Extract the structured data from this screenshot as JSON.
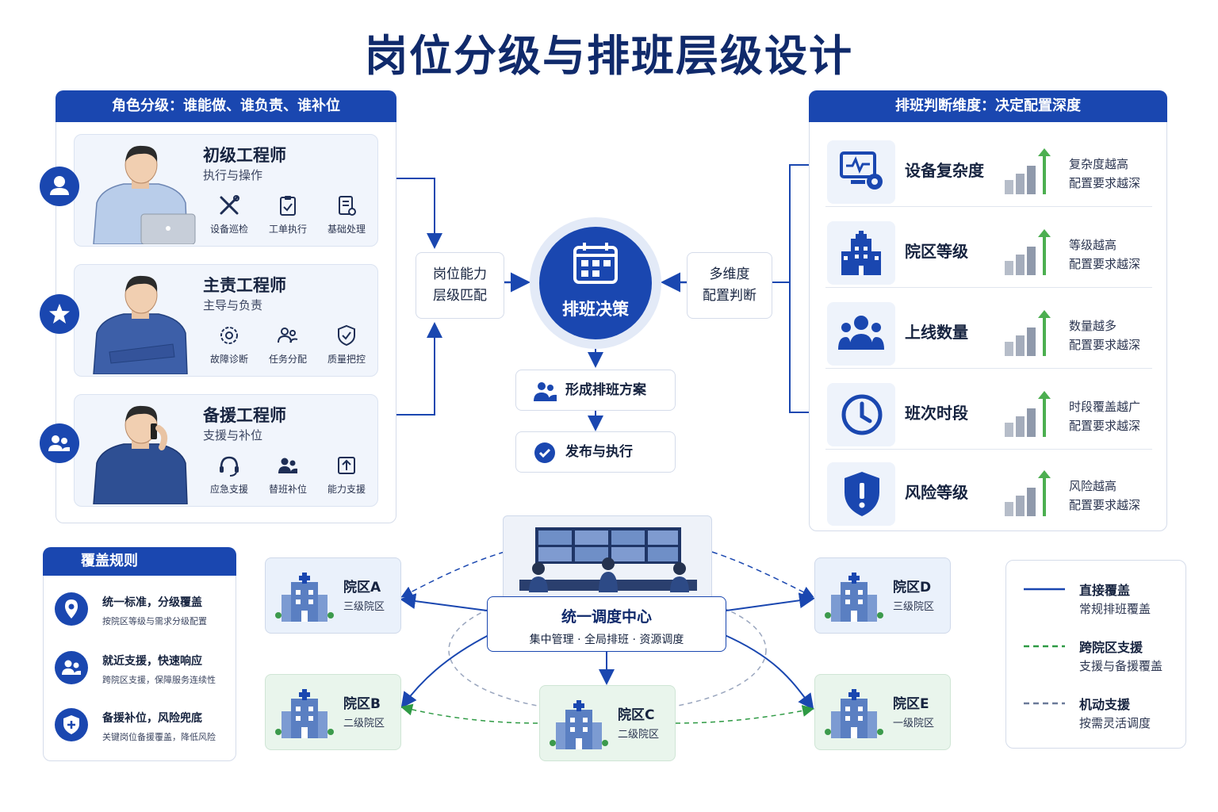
{
  "title": "岗位分级与排班层级设计",
  "roles_panel": {
    "header": "角色分级：谁能做、谁负责、谁补位",
    "roles": [
      {
        "name": "初级工程师",
        "subtitle": "执行与操作",
        "duties": [
          "设备巡检",
          "工单执行",
          "基础处理"
        ],
        "badge_icon": "user-icon"
      },
      {
        "name": "主责工程师",
        "subtitle": "主导与负责",
        "duties": [
          "故障诊断",
          "任务分配",
          "质量把控"
        ],
        "badge_icon": "star-icon"
      },
      {
        "name": "备援工程师",
        "subtitle": "支援与补位",
        "duties": [
          "应急支援",
          "替班补位",
          "能力支援"
        ],
        "badge_icon": "team-icon"
      }
    ]
  },
  "flow": {
    "left_box": [
      "岗位能力",
      "层级匹配"
    ],
    "center": "排班决策",
    "right_box": [
      "多维度",
      "配置判断"
    ],
    "step1": "形成排班方案",
    "step2": "发布与执行"
  },
  "dimensions_panel": {
    "header": "排班判断维度：决定配置深度",
    "items": [
      {
        "name": "设备复杂度",
        "note1": "复杂度越高",
        "note2": "配置要求越深",
        "icon": "monitor-gear-icon"
      },
      {
        "name": "院区等级",
        "note1": "等级越高",
        "note2": "配置要求越深",
        "icon": "hospital-icon"
      },
      {
        "name": "上线数量",
        "note1": "数量越多",
        "note2": "配置要求越深",
        "icon": "group-icon"
      },
      {
        "name": "班次时段",
        "note1": "时段覆盖越广",
        "note2": "配置要求越深",
        "icon": "clock-icon"
      },
      {
        "name": "风险等级",
        "note1": "风险越高",
        "note2": "配置要求越深",
        "icon": "shield-icon"
      }
    ]
  },
  "coverage_panel": {
    "header": "覆盖规则",
    "items": [
      {
        "title": "统一标准，分级覆盖",
        "desc": "按院区等级与需求分级配置",
        "icon": "location-icon"
      },
      {
        "title": "就近支援，快速响应",
        "desc": "跨院区支援，保障服务连续性",
        "icon": "team-icon"
      },
      {
        "title": "备援补位，风险兜底",
        "desc": "关键岗位备援覆盖，降低风险",
        "icon": "shield-plus-icon"
      }
    ]
  },
  "dispatch": {
    "title": "统一调度中心",
    "subtitle": "集中管理 · 全局排班 · 资源调度"
  },
  "campuses": [
    {
      "name": "院区A",
      "level": "三级院区",
      "style": "blue"
    },
    {
      "name": "院区B",
      "level": "二级院区",
      "style": "green"
    },
    {
      "name": "院区C",
      "level": "二级院区",
      "style": "green"
    },
    {
      "name": "院区D",
      "level": "三级院区",
      "style": "blue"
    },
    {
      "name": "院区E",
      "level": "一级院区",
      "style": "green"
    }
  ],
  "legend": [
    {
      "title": "直接覆盖",
      "desc": "常规排班覆盖",
      "color": "#1a47b0",
      "dash": "solid"
    },
    {
      "title": "跨院区支援",
      "desc": "支援与备援覆盖",
      "color": "#2e9a44",
      "dash": "dashed"
    },
    {
      "title": "机动支援",
      "desc": "按需灵活调度",
      "color": "#6b7a99",
      "dash": "dashed"
    }
  ],
  "colors": {
    "primary": "#1a47b0",
    "green": "#4caf50",
    "navy": "#102a6b"
  }
}
